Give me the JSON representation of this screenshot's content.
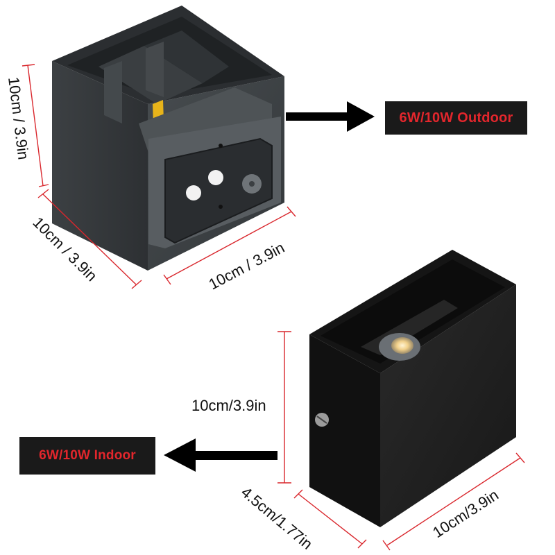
{
  "labels": {
    "outdoor": "6W/10W Outdoor",
    "indoor": "6W/10W Indoor"
  },
  "dimensions": {
    "outdoor_height": "10cm / 3.9in",
    "outdoor_depth": "10cm / 3.9in",
    "outdoor_width": "10cm / 3.9in",
    "indoor_height": "10cm/3.9in",
    "indoor_depth": "4.5cm/1.77in",
    "indoor_width": "10cm/3.9in"
  },
  "colors": {
    "outdoor_body": "#3d4144",
    "indoor_body": "#1e1e1e",
    "dimension_line": "#d9262c",
    "label_text": "#e3262c",
    "label_bg": "#1a1a1a"
  }
}
